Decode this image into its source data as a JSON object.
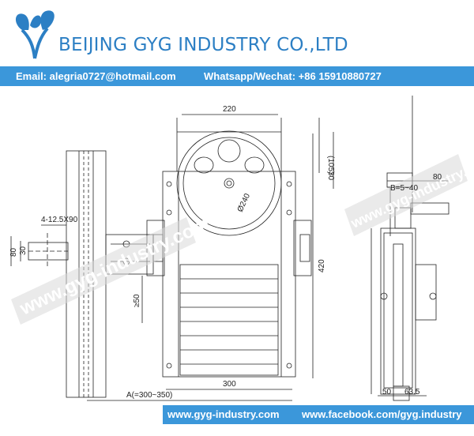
{
  "header": {
    "company_name": "BEIJING GYG INDUSTRY CO.,LTD",
    "brand_color": "#2c7fc4"
  },
  "contact_bar": {
    "email": "Email: alegria0727@hotmail.com",
    "phone": "Whatsapp/Wechat:  +86 15910880727",
    "bar_color": "#3b97da"
  },
  "drawing": {
    "dimensions": {
      "top_width": "220",
      "top_height": "(105)",
      "sheave_offset": "30",
      "sheave_diameter": "Ø240",
      "overall_height": "420",
      "bottom_width": "300",
      "a_range": "A(=300~350)",
      "min_gap": "≥50",
      "hole_spec": "4-12.5X90",
      "left_80": "80",
      "left_30": "30",
      "side_b": "B=5~40",
      "side_80": "80",
      "side_50": "50",
      "side_63_5": "63.5"
    },
    "watermark_1": "www.gyg-industry.com",
    "watermark_2": "www.gyg-industry.com"
  },
  "footer": {
    "website": "www.gyg-industry.com",
    "facebook": "www.facebook.com/gyg.industry"
  }
}
